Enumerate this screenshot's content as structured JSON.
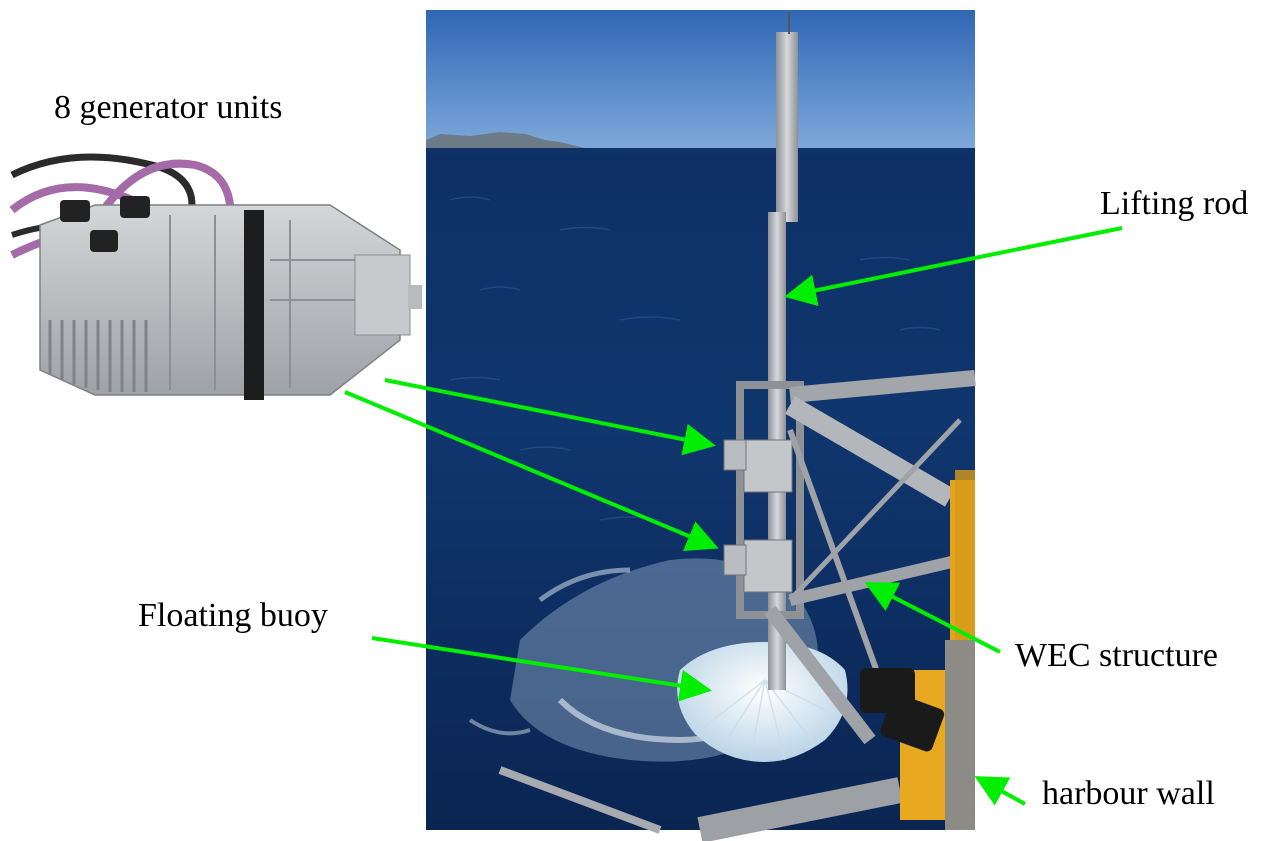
{
  "labels": {
    "generator_units": "8 generator units",
    "lifting_rod": "Lifting rod",
    "floating_buoy": "Floating buoy",
    "wec_structure": "WEC structure",
    "harbour_wall": "harbour wall"
  },
  "colors": {
    "arrow": "#00ee00",
    "sea_dark": "#0b2a5c",
    "sea_mid": "#143c78",
    "sky": "#4a82c8",
    "metal": "#b9bcc0",
    "foam": "#e6f0f7",
    "frame_yellow": "#e3a51d",
    "text": "#000000"
  }
}
